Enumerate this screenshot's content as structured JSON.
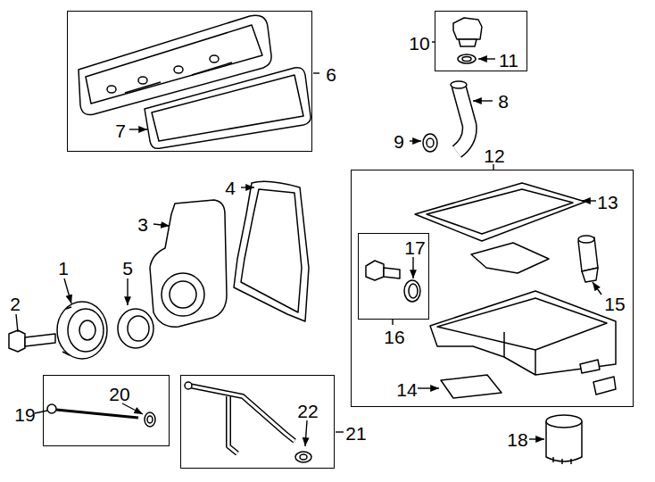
{
  "diagram": {
    "nodes": [
      {
        "text": [
          "6",
          "7"
        ]
      },
      {
        "text": [
          "10",
          "11"
        ]
      },
      {
        "text": [
          "12",
          "13",
          "15",
          "14"
        ]
      },
      {
        "text": [
          "16",
          "17"
        ],
        "in": 2
      },
      {
        "text": [
          "19",
          "20"
        ]
      },
      {
        "text": [
          "21",
          "22"
        ]
      }
    ],
    "edges": [],
    "labels": [
      "8",
      "9",
      "4",
      "3",
      "1",
      "5",
      "2",
      "18"
    ]
  }
}
